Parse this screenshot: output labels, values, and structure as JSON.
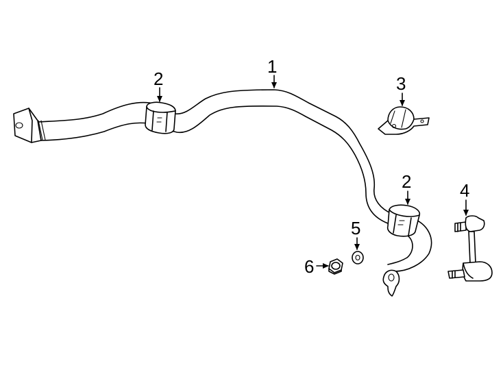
{
  "callouts": [
    {
      "id": "bar",
      "label": "1"
    },
    {
      "id": "bushing_left",
      "label": "2"
    },
    {
      "id": "bracket",
      "label": "3"
    },
    {
      "id": "link",
      "label": "4"
    },
    {
      "id": "bushing_right",
      "label": "2"
    },
    {
      "id": "washer",
      "label": "5"
    },
    {
      "id": "nut",
      "label": "6"
    }
  ]
}
